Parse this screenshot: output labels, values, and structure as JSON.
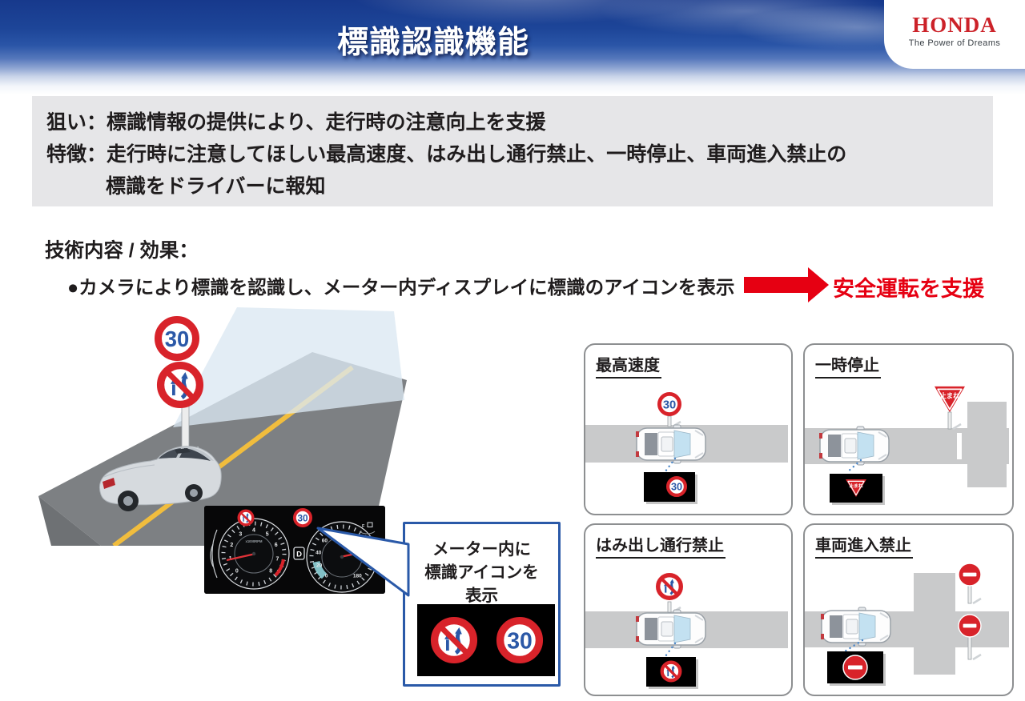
{
  "header": {
    "title": "標識認識機能",
    "logo_brand": "HONDA",
    "logo_tagline": "The Power of Dreams"
  },
  "summary": {
    "line1": "狙い：標識情報の提供により、走行時の注意向上を支援",
    "line2": "特徴：走行時に注意してほしい最高速度、はみ出し通行禁止、一時停止、車両進入禁止の",
    "line3": "標識をドライバーに報知"
  },
  "tech": {
    "heading": "技術内容 / 効果：",
    "bullet": "●カメラにより標識を認識し、メーター内ディスプレイに標識のアイコンを表示",
    "result": "安全運転を支援"
  },
  "signs": {
    "speed_value": "30",
    "stop_label": "止まれ"
  },
  "meter": {
    "gear": "D",
    "tach_unit": "x1000RPM",
    "tach_labels": [
      "0",
      "1",
      "2",
      "3",
      "4",
      "5",
      "6",
      "7",
      "8"
    ],
    "speed_labels": [
      "0",
      "20",
      "40",
      "60",
      "100",
      "180"
    ],
    "fuel_label": "F"
  },
  "callout": {
    "line1": "メーター内に",
    "line2": "標識アイコンを",
    "line3": "表示"
  },
  "panels": [
    {
      "title": "最高速度"
    },
    {
      "title": "一時停止"
    },
    {
      "title": "はみ出し通行禁止"
    },
    {
      "title": "車両進入禁止"
    }
  ],
  "colors": {
    "accent_red": "#e60012",
    "sign_red": "#d8232a",
    "sign_blue": "#2b58a7",
    "callout_blue": "#2a59a8",
    "dotted_blue": "#4a86c8"
  }
}
